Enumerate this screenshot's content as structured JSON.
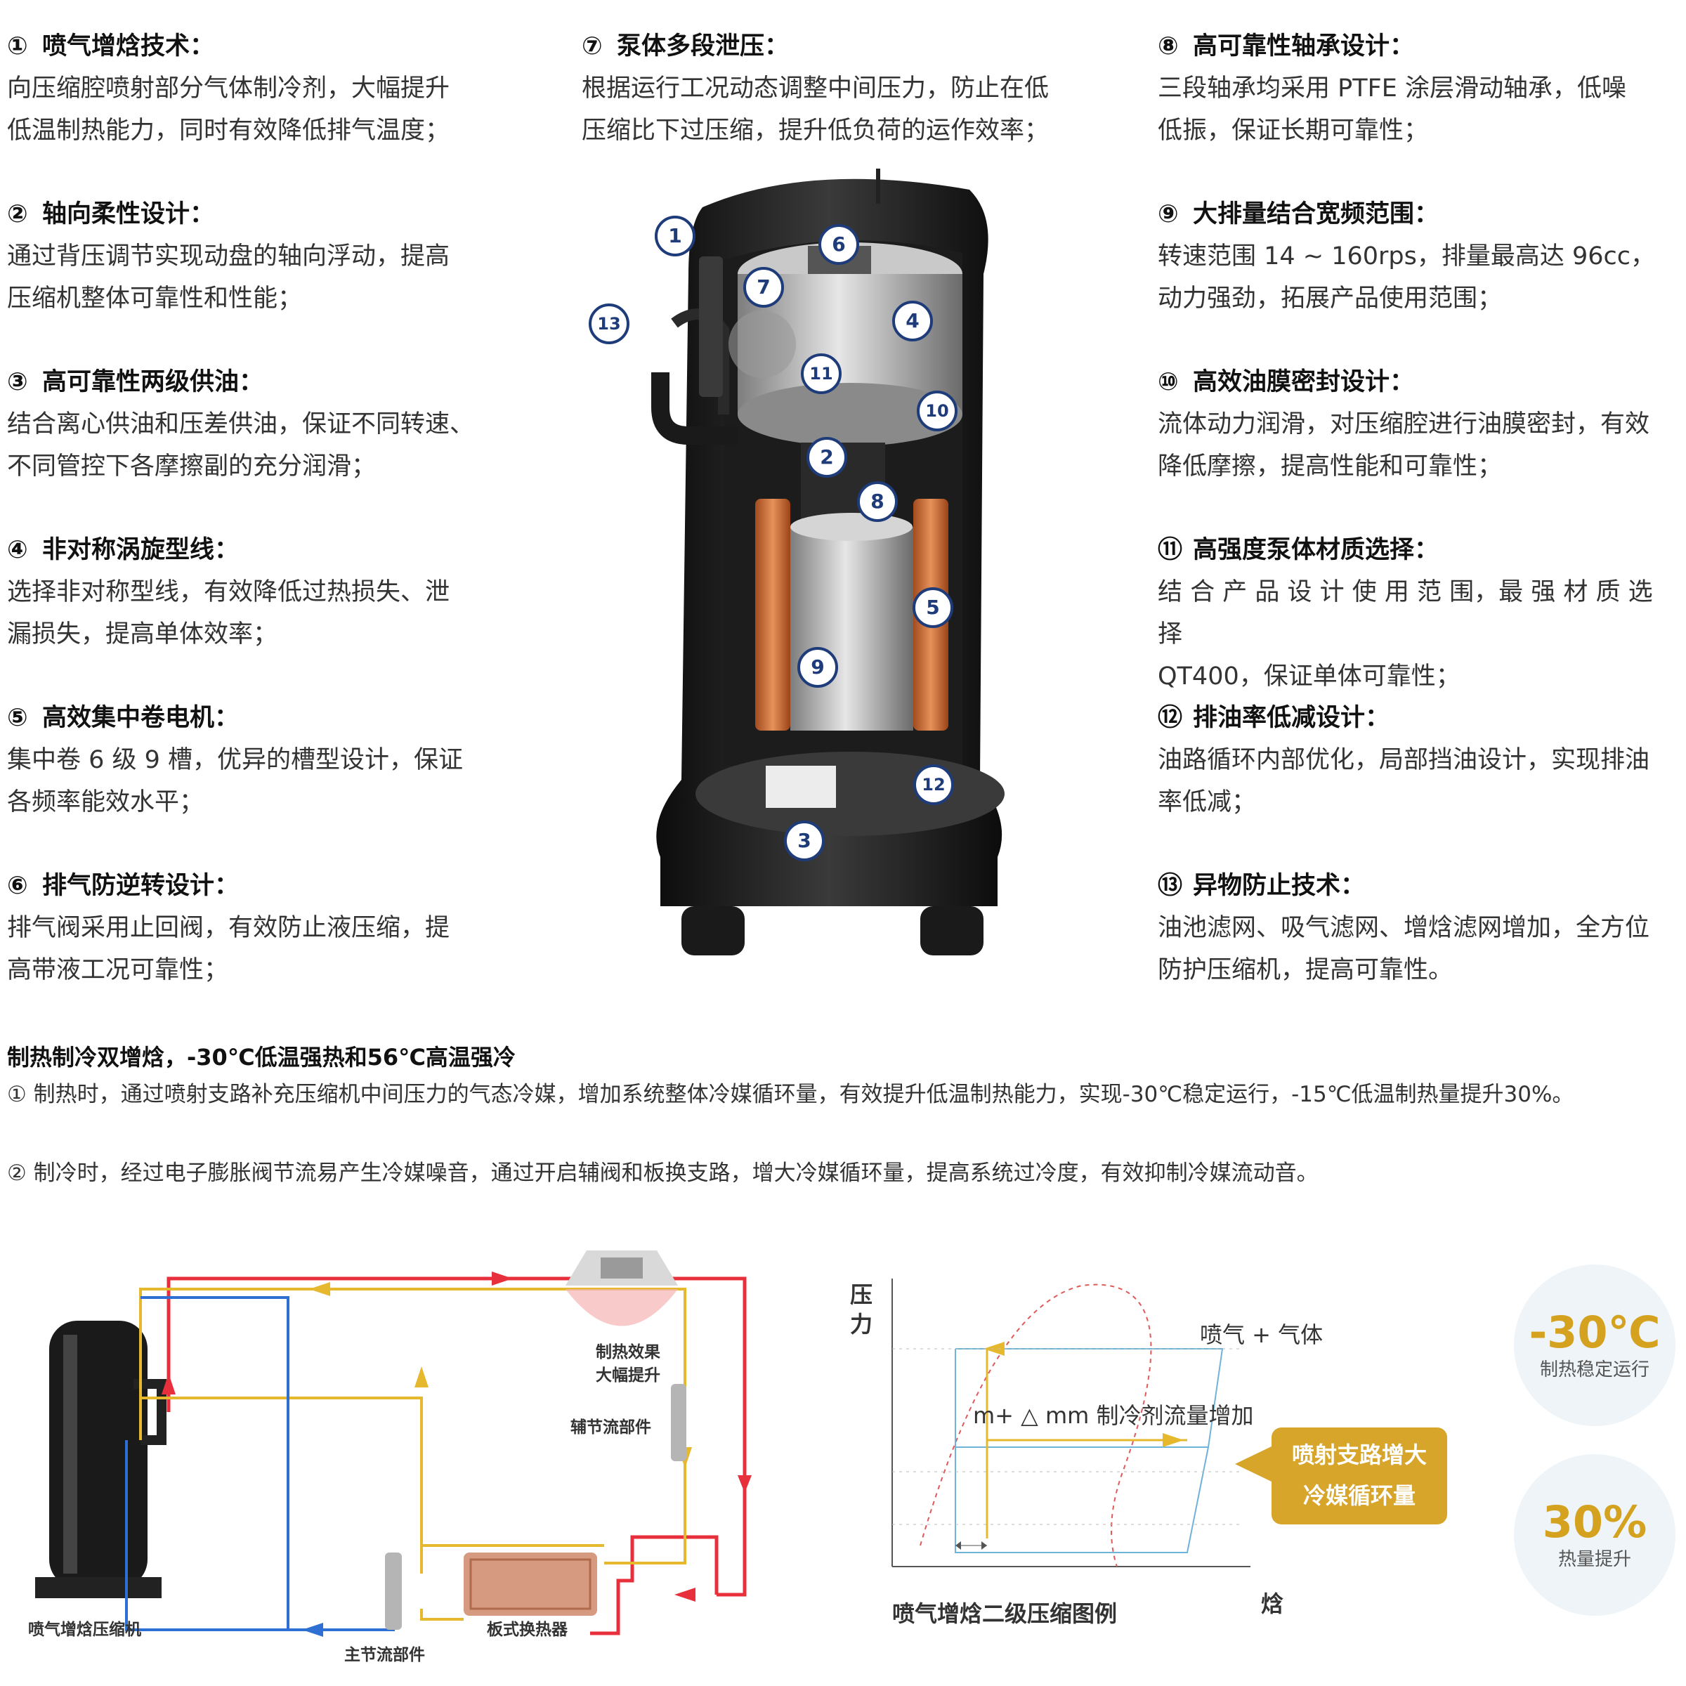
{
  "features_left": [
    {
      "num": "①",
      "title": "喷气增焓技术：",
      "lines": [
        "向压缩腔喷射部分气体制冷剂，大幅提升",
        "低温制热能力，同时有效降低排气温度；"
      ]
    },
    {
      "num": "②",
      "title": "轴向柔性设计：",
      "lines": [
        "通过背压调节实现动盘的轴向浮动，提高",
        "压缩机整体可靠性和性能；"
      ]
    },
    {
      "num": "③",
      "title": "高可靠性两级供油：",
      "lines": [
        "结合离心供油和压差供油，保证不同转速、",
        "不同管控下各摩擦副的充分润滑；"
      ]
    },
    {
      "num": "④",
      "title": "非对称涡旋型线：",
      "lines": [
        "选择非对称型线，有效降低过热损失、泄",
        "漏损失，提高单体效率；"
      ]
    },
    {
      "num": "⑤",
      "title": "高效集中卷电机：",
      "lines": [
        "集中卷 6 级 9 槽，优异的槽型设计，保证",
        "各频率能效水平；"
      ]
    },
    {
      "num": "⑥",
      "title": "排气防逆转设计：",
      "lines": [
        "排气阀采用止回阀，有效防止液压缩，提",
        "高带液工况可靠性；"
      ]
    }
  ],
  "feature_center": {
    "num": "⑦",
    "title": "泵体多段泄压：",
    "lines": [
      "根据运行工况动态调整中间压力，防止在低",
      "压缩比下过压缩，提升低负荷的运作效率；"
    ]
  },
  "features_right": [
    {
      "num": "⑧",
      "title": "高可靠性轴承设计：",
      "lines": [
        "三段轴承均采用 PTFE 涂层滑动轴承，低噪",
        "低振，保证长期可靠性；"
      ]
    },
    {
      "num": "⑨",
      "title": "大排量结合宽频范围：",
      "lines": [
        "转速范围 14 ~ 160rps，排量最高达 96cc，",
        "动力强劲，拓展产品使用范围；"
      ]
    },
    {
      "num": "⑩",
      "title": "高效油膜密封设计：",
      "lines": [
        "流体动力润滑，对压缩腔进行油膜密封，有效",
        "降低摩擦，提高性能和可靠性；"
      ]
    },
    {
      "num": "⑪",
      "title": "高强度泵体材质选择：",
      "lines": [
        "结 合 产 品 设 计 使 用 范 围，最 强 材 质 选 择",
        "QT400，保证单体可靠性；"
      ]
    },
    {
      "num": "⑫",
      "title": "排油率低减设计：",
      "lines": [
        "油路循环内部优化，局部挡油设计，实现排油",
        "率低减；"
      ]
    },
    {
      "num": "⑬",
      "title": "异物防止技术：",
      "lines": [
        "油池滤网、吸气滤网、增焓滤网增加，全方位",
        "防护压缩机，提高可靠性。"
      ]
    }
  ],
  "compressor_markers": [
    {
      "num": "1"
    },
    {
      "num": "6"
    },
    {
      "num": "7"
    },
    {
      "num": "13"
    },
    {
      "num": "4"
    },
    {
      "num": "11"
    },
    {
      "num": "10"
    },
    {
      "num": "2"
    },
    {
      "num": "8"
    },
    {
      "num": "5"
    },
    {
      "num": "9"
    },
    {
      "num": "12"
    },
    {
      "num": "3"
    }
  ],
  "bottom": {
    "title": "制热制冷双增焓，-30℃低温强热和56℃高温强冷",
    "note1": "① 制热时，通过喷射支路补充压缩机中间压力的气态冷媒，增加系统整体冷媒循环量，有效提升低温制热能力，实现-30℃稳定运行，-15℃低温制热量提升30%。",
    "note2": "② 制冷时，经过电子膨胀阀节流易产生冷媒噪音，通过开启辅阀和板换支路，增大冷媒循环量，提高系统过冷度，有效抑制冷媒流动音。"
  },
  "system_diagram": {
    "compressor_label": "喷气增焓压缩机",
    "heating_effect": [
      "制热效果",
      "大幅提升"
    ],
    "aux_valve_label": "辅节流部件",
    "main_valve_label": "主节流部件",
    "plate_hx_label": "板式换热器",
    "colors": {
      "red": "#e8303c",
      "yellow": "#e6b82e",
      "blue": "#2d6fd2"
    }
  },
  "ph_chart": {
    "ylabel": "压力",
    "xlabel": "焓",
    "label_jet_gas": "喷气 + 气体",
    "label_flow": "m+ △ mm 制冷剂流量增加",
    "caption": "喷气增焓二级压缩图例",
    "callout": [
      "喷射支路增大",
      "冷媒循环量"
    ]
  },
  "badges": [
    {
      "big": "-30℃",
      "small": "制热稳定运行"
    },
    {
      "big": "30%",
      "small": "热量提升"
    }
  ]
}
